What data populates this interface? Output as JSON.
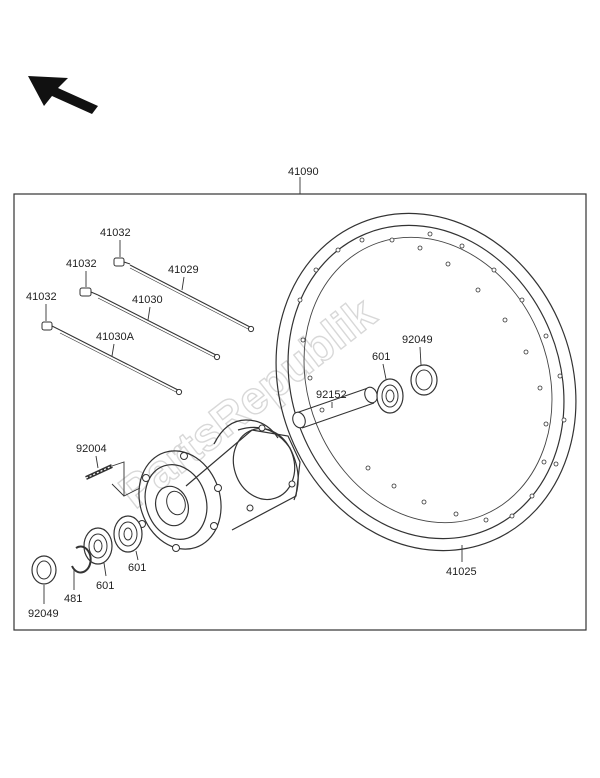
{
  "diagram": {
    "watermark": "PartsRepublik",
    "labels": {
      "p41090": "41090",
      "p41032_a": "41032",
      "p41032_b": "41032",
      "p41032_c": "41032",
      "p41029": "41029",
      "p41030": "41030",
      "p41030A": "41030A",
      "p92152": "92152",
      "p601_a": "601",
      "p92049_a": "92049",
      "p92004": "92004",
      "p601_b": "601",
      "p601_c": "601",
      "p481": "481",
      "p92049_b": "92049",
      "p41025": "41025"
    },
    "icons": {
      "orientation": "arrow-up-left-icon"
    }
  }
}
